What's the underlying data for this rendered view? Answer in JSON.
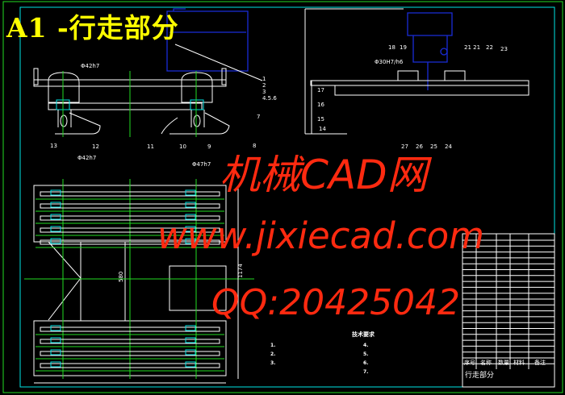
{
  "title": "A1 -行走部分",
  "watermark": {
    "line1": "机械CAD网",
    "line2": "www.jixiecad.com",
    "line3": "QQ:20425042"
  },
  "front_view": {
    "part_labels": [
      "1",
      "2",
      "3",
      "4.5.6",
      "7",
      "8",
      "9",
      "10",
      "11",
      "12",
      "13"
    ],
    "dims": [
      "Φ42h7"
    ]
  },
  "side_view": {
    "part_labels": [
      "18",
      "19",
      "21 21",
      "22",
      "23",
      "17",
      "16",
      "15",
      "14",
      "27",
      "26",
      "25",
      "24"
    ],
    "dims": [
      "Φ30H7/h6"
    ]
  },
  "plan_view": {
    "dims": [
      "Φ42h7",
      "Φ47h7",
      "1174",
      "580"
    ]
  },
  "tech_requirements": {
    "heading": "技术要求",
    "items": [
      "1.",
      "2.",
      "3.",
      "",
      "4.",
      "5.",
      "6.",
      "7."
    ]
  },
  "title_block": {
    "header": [
      "序号",
      "名称",
      "数量",
      "材料",
      "备注"
    ],
    "name": "行走部分"
  },
  "colors": {
    "title": "#ffff00",
    "watermark": "#ff2a10",
    "outline": "#ffffff",
    "center": "#22dd22",
    "hidden": "#00e5e5",
    "engine": "#1a2cd8"
  }
}
